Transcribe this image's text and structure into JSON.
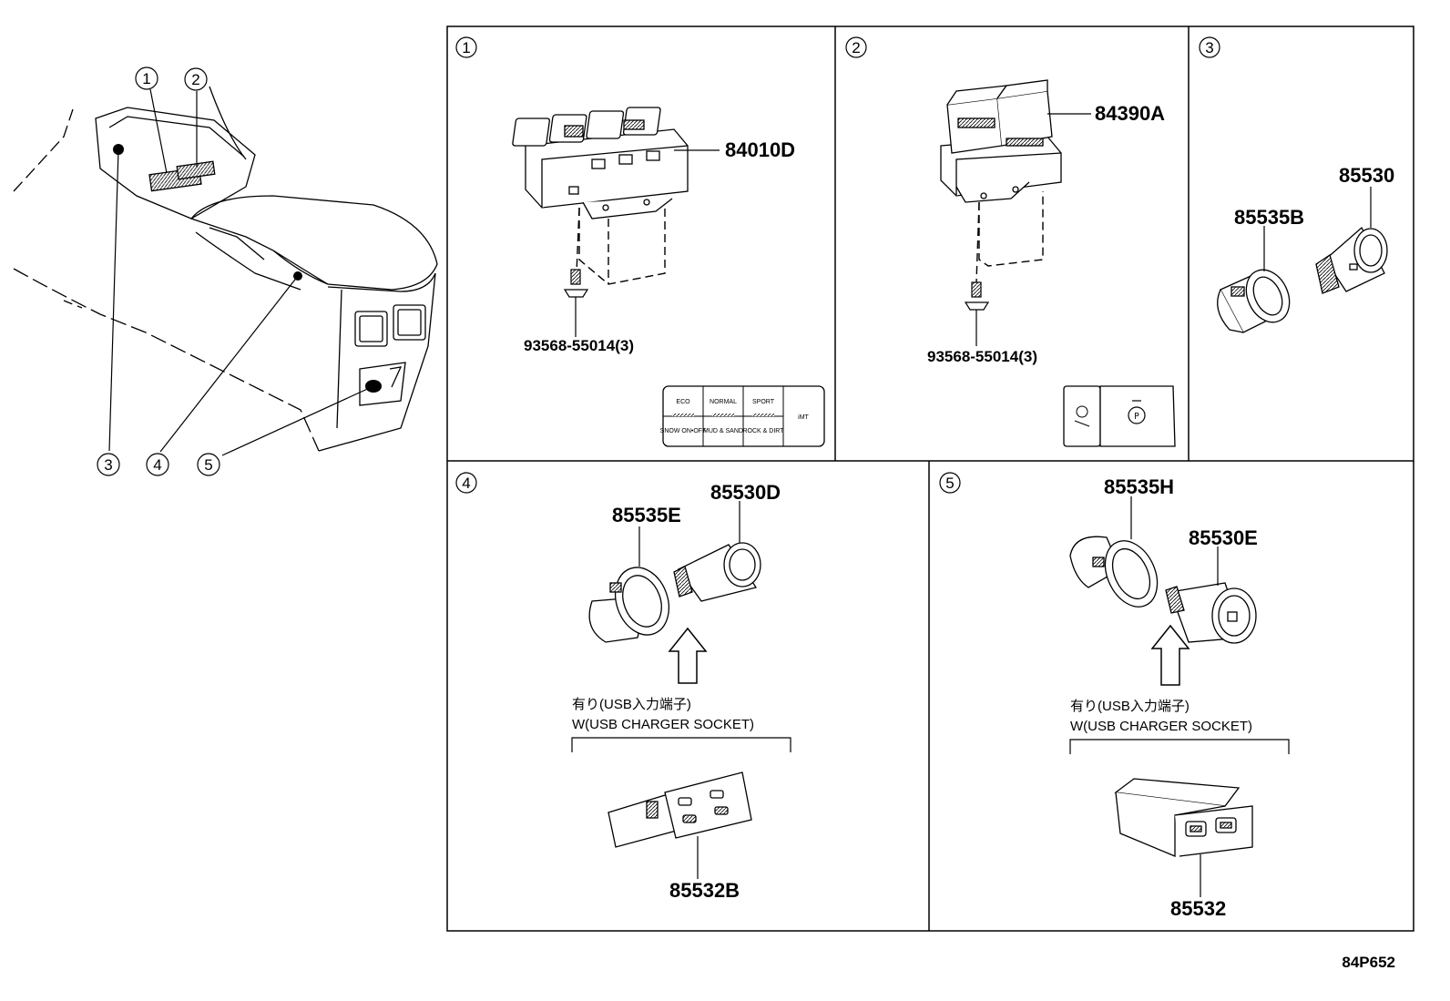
{
  "overview": {
    "callouts": [
      "1",
      "2",
      "3",
      "4",
      "5"
    ]
  },
  "panels": {
    "p1": {
      "index": "1",
      "part_switch": "84010D",
      "part_screw": "93568-55014(3)",
      "buttons_top": [
        "ECO",
        "NORMAL",
        "SPORT"
      ],
      "buttons_bottom": [
        "SNOW ON•OFF",
        "MUD & SAND",
        "ROCK & DIRT"
      ],
      "button_right": "iMT"
    },
    "p2": {
      "index": "2",
      "part_switch": "84390A",
      "part_screw": "93568-55014(3)"
    },
    "p3": {
      "index": "3",
      "part_a": "85535B",
      "part_b": "85530"
    },
    "p4": {
      "index": "4",
      "part_a": "85535E",
      "part_b": "85530D",
      "note_jp": "有り(USB入力端子)",
      "note_en": "W(USB CHARGER SOCKET)",
      "part_usb": "85532B"
    },
    "p5": {
      "index": "5",
      "part_a": "85535H",
      "part_b": "85530E",
      "note_jp": "有り(USB入力端子)",
      "note_en": "W(USB CHARGER SOCKET)",
      "part_usb": "85532"
    }
  },
  "figure_code": "84P652"
}
